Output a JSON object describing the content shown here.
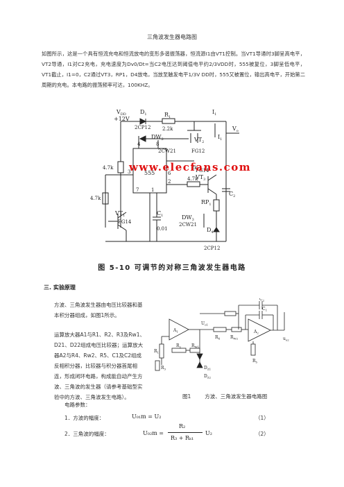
{
  "page": {
    "title": "三角波发生器电路图",
    "intro": "如图所示，这是一个具有恒流充电和恒流放电的变形多谐振荡器，恒流源I1由VT1控制。当VT1导通时3脚呈高电平，VT2导通，I1对C2充电，充电速度为Dv0/Dt=当C2电压达到阈值电平约2/3VDD时，555被复位，3脚呈低电平，VT1截止，I1=0，C2通过VT3，RP1，D4放电，当放至触发电平1/3V DD时，555又被置位，输出高电平，开始第二周期的充电。本电路的振荡频率可达，100KHZ。",
    "watermark": "www.elecfans.com",
    "figure_caption": "图 5-10   可调节的对称三角波发生器电路",
    "section_heading": "三. 实验原理",
    "paragraph1": "方波、三角波发生器由电压比较器和基本积分器组成，如图1所示。",
    "paragraph2": "运算放大器A1与R1、R2、R3及Rw1、D21、D22组成电压比较器；运算放大器A2与R4、Rw2、R5、C1及C2组成反相积分器，比较器与积分器首尾相连，形成闭环电路，构成能自动产生方波、三角波的发生器（请参考基础型实验中的方波、三角波发生电路）。",
    "figure2_label": "图1",
    "figure2_title": "方波、三角波发生器电路图",
    "params_heading": "电路参数：",
    "eq1_label": "1．方波的幅度：",
    "eq1_formula": "U₀₁m = U₂",
    "eq1_num": "（1）",
    "eq2_label": "2．三角波的幅度：",
    "eq2_lhs": "U₀₂m =",
    "eq2_numerator": "R₂",
    "eq2_denominator": "R₃ + Rₖ₁",
    "eq2_rhs": "U₂",
    "eq2_num": "（2）"
  },
  "circuit1": {
    "labels": {
      "vdd": "V",
      "vdd_sub": "DD",
      "vdd_val": "+12V",
      "d1": "D",
      "d1_sub": "1",
      "d1_part": "2CP12",
      "r1": "R",
      "r1_sub": "1",
      "r1_val": "2.2k",
      "i1": "I",
      "i1_sub": "1",
      "vo": "V",
      "vo_sub": "o",
      "dw2": "DW",
      "dw2_sub": "2",
      "dw2_part": "2CW21",
      "vt2": "VT",
      "vt2_sub": "2",
      "vt2_part": "FG12",
      "pin4": "4",
      "pin8": "8",
      "ic": "555",
      "pin3": "3",
      "pin6": "6",
      "pin2": "2",
      "pin7": "7",
      "pin1": "1",
      "r47a": "4.7k",
      "r47b": "4.7k",
      "r47c": "4.7k",
      "r_frag": "2k",
      "vt1": "VT",
      "vt1_sub": "1",
      "vt1_part": "FG14",
      "c1": "C",
      "c1_sub": "1",
      "c1_val": "0.01",
      "vt3_part": "FG14",
      "vt3": "VT",
      "vt3_sub": "3",
      "rp": "RP",
      "rp_sub": "1",
      "dw3": "DW",
      "dw3_sub": "3",
      "dw3_part": "2CW21",
      "d4": "D",
      "d4_sub": "4",
      "d4_part": "2CP12",
      "c2": "C",
      "c2_sub": "2",
      "i1b": "I",
      "i1b_sub": "1"
    }
  },
  "circuit2": {
    "labels": {
      "c2": "C",
      "c2_sub": "2",
      "c1": "C",
      "c1_sub": "1",
      "uo1": "U",
      "uo1_sub": "o1",
      "r1": "R",
      "r1_sub": "1",
      "r2": "R",
      "r2_sub": "2",
      "rw1": "R",
      "rw1_sub": "W1",
      "r3": "R",
      "r3_sub": "3",
      "r4": "R",
      "r4_sub": "4",
      "rw2": "R",
      "rw2_sub": "W2",
      "r5": "R",
      "r5_sub": "5",
      "dz1": "D",
      "dz1_sub": "Z1",
      "dz2": "D",
      "dz2_sub": "Z2",
      "a1": "A",
      "a1_sub": "1",
      "a2": "A",
      "a2_sub": "2",
      "uo2": "u",
      "uo2_sub": "o2"
    }
  }
}
